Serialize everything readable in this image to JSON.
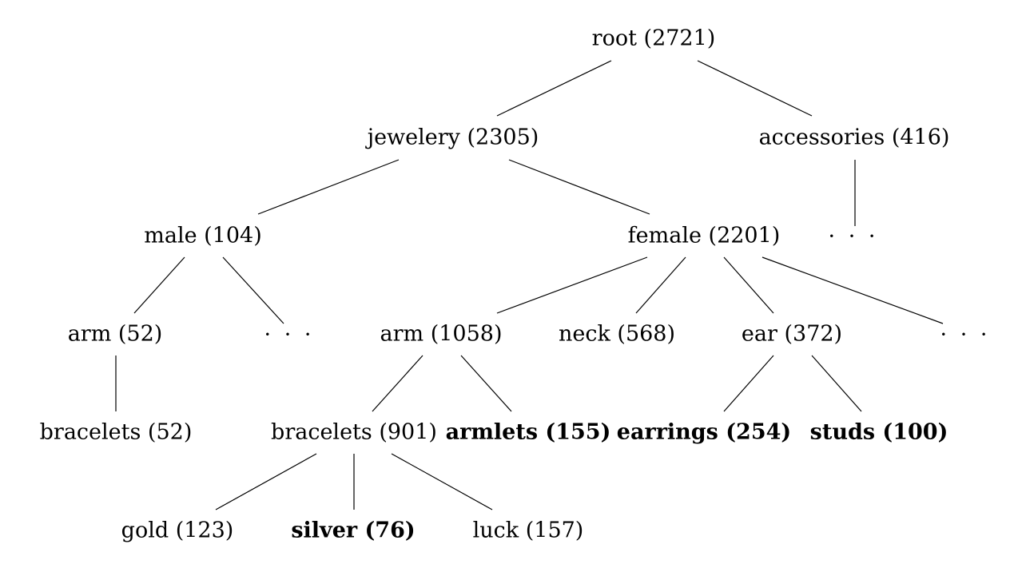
{
  "nodes": {
    "root": "root (2721)",
    "jewelery": "jewelery (2305)",
    "accessories": "accessories (416)",
    "accessories_more": "· · ·",
    "male": "male (104)",
    "female": "female (2201)",
    "male_arm": "arm (52)",
    "male_more": "· · ·",
    "male_bracelets": "bracelets (52)",
    "female_arm": "arm (1058)",
    "neck": "neck (568)",
    "ear": "ear (372)",
    "female_more": "· · ·",
    "female_bracelets": "bracelets (901)",
    "armlets": "armlets (155)",
    "earrings": "earrings (254)",
    "studs": "studs (100)",
    "gold": "gold (123)",
    "silver": "silver (76)",
    "luck": "luck (157)"
  },
  "colors": {
    "text": "#000000",
    "edge": "#000000",
    "background": "#ffffff"
  }
}
